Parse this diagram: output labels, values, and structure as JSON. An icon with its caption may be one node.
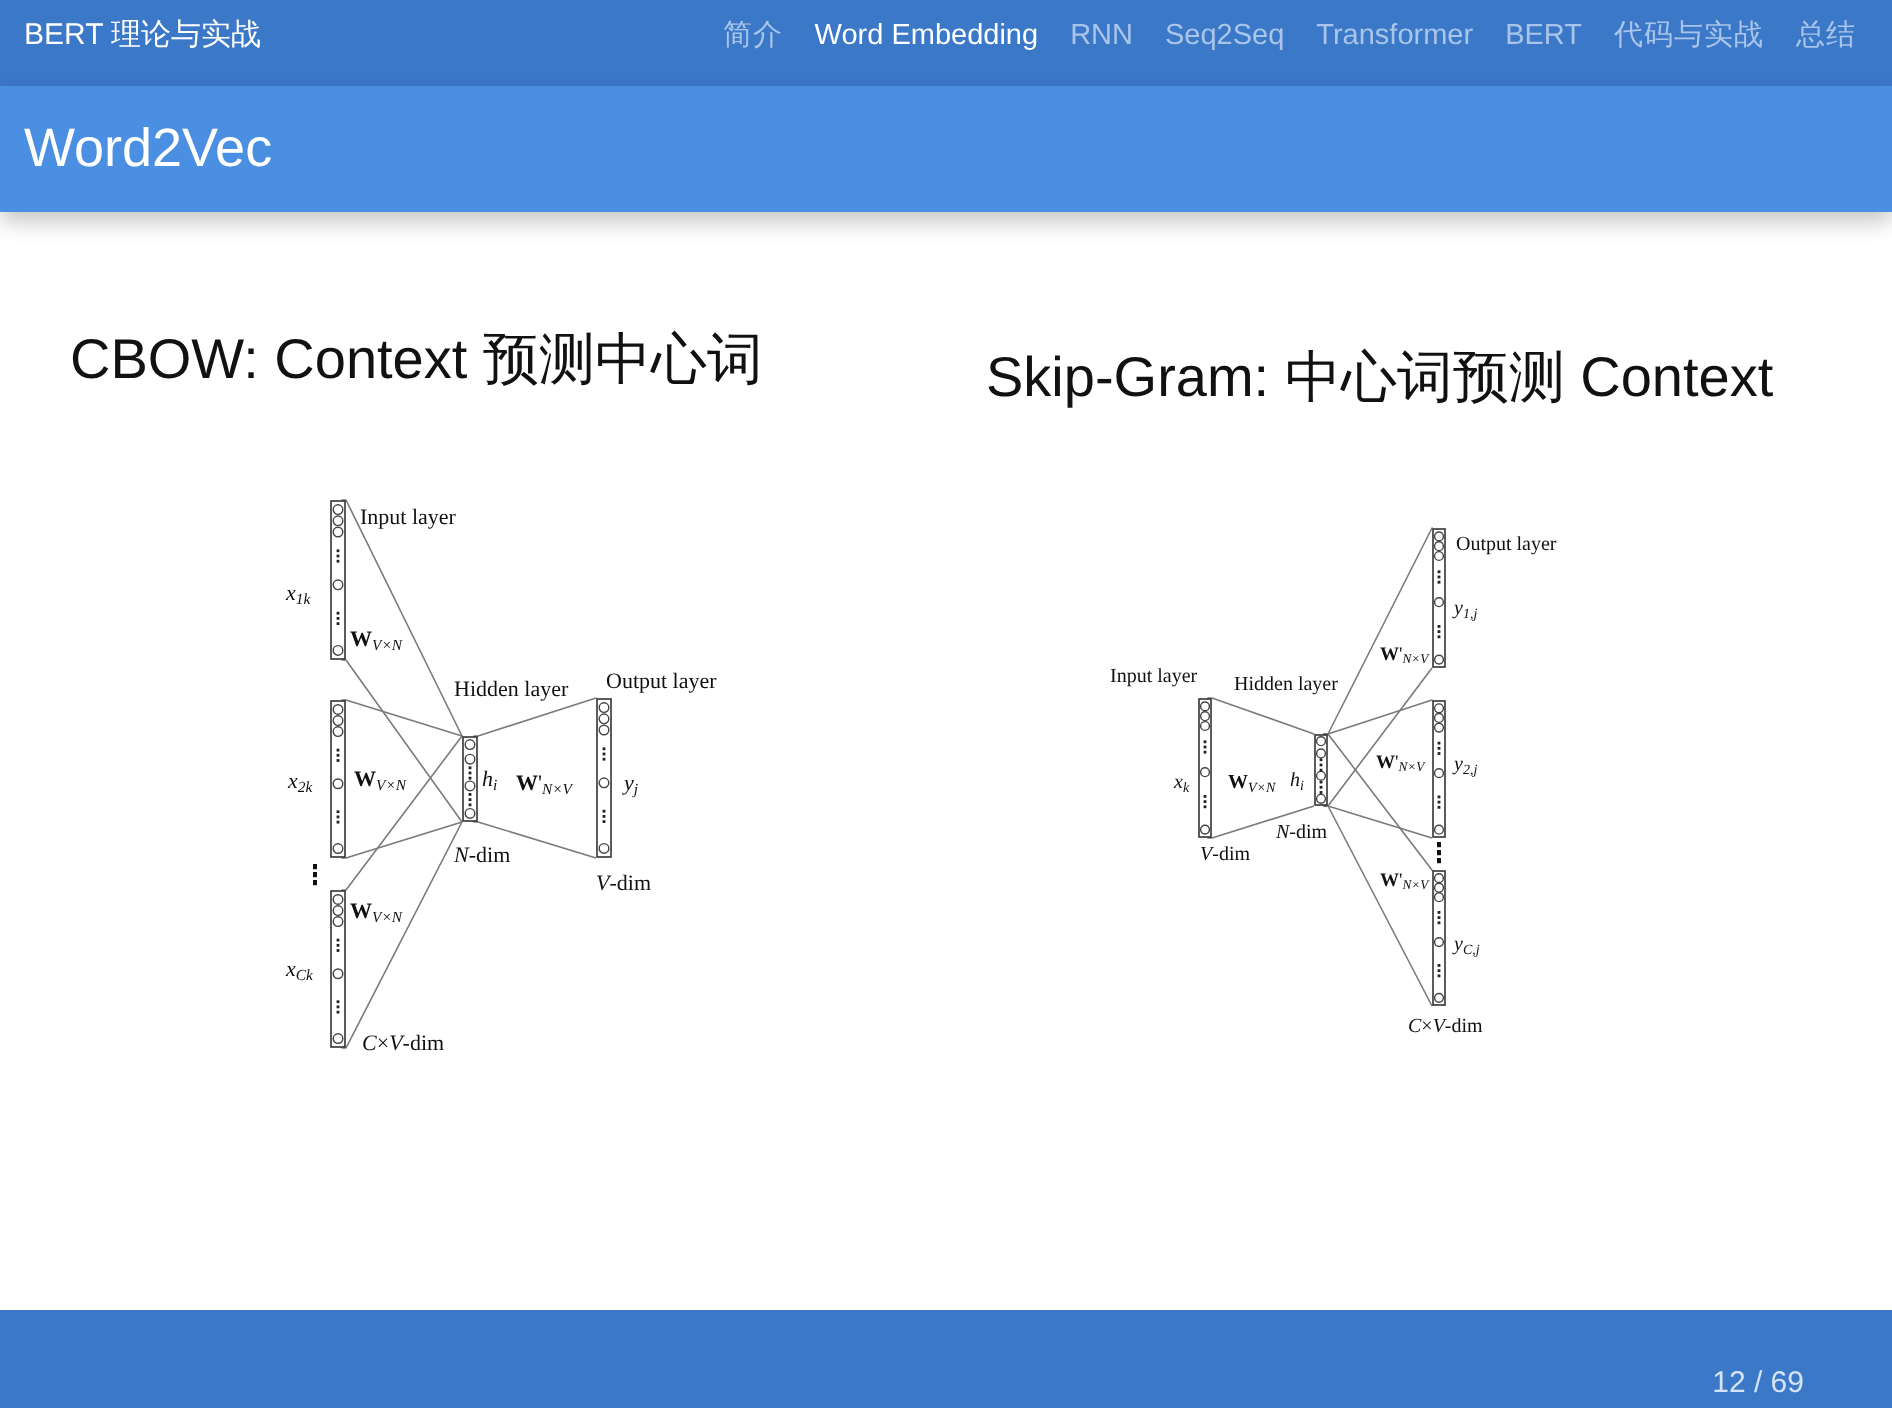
{
  "diagram": {
    "title": "Word2Vec",
    "nodes": [
      {
        "text": [],
        "shape": "bar",
        "beside": [
          "Input layer",
          "x$_{1k}$"
        ]
      },
      {
        "text": [],
        "shape": "bar",
        "beside": [
          "x$_{2k}$"
        ]
      },
      {
        "text": [],
        "shape": "bar",
        "beside": [
          "x$_{Ck}$",
          "*C*×*V*-dim"
        ]
      },
      {
        "text": [],
        "shape": "bar",
        "beside": [
          "Hidden layer",
          "h$_{i}$",
          "*N*-dim"
        ]
      },
      {
        "text": [],
        "shape": "bar",
        "beside": [
          "Output layer",
          "y$_{j}$",
          "*V*-dim"
        ]
      },
      {
        "text": [],
        "shape": "bar",
        "beside": [
          "Input layer",
          "x$_{k}$",
          "*V*-dim"
        ]
      },
      {
        "text": [],
        "shape": "bar",
        "beside": [
          "h$_{i}$",
          "*N*-dim"
        ]
      },
      {
        "text": [],
        "shape": "bar",
        "beside": [
          "Output layer",
          "y$_{1,j}$"
        ]
      },
      {
        "text": [],
        "shape": "bar",
        "beside": [
          "y$_{2,j}$"
        ]
      },
      {
        "text": [],
        "shape": "bar",
        "beside": [
          "y$_{C,j}$",
          "*C*×*V*-dim"
        ]
      }
    ],
    "edges": [
      {
        "from": 0,
        "to": 3,
        "arrow": "none",
        "label": "**W**$_{V×N}$"
      },
      {
        "from": 1,
        "to": 3,
        "arrow": "none"
      },
      {
        "from": 2,
        "to": 3,
        "arrow": "none",
        "label": "**W**$_{V×N}$"
      },
      {
        "from": 3,
        "to": 4,
        "arrow": "none",
        "label": "**W**'$_{N×V}$"
      },
      {
        "from": 5,
        "to": 6,
        "arrow": "none",
        "label": "**W**$_{V×N}$"
      },
      {
        "from": 6,
        "to": 7,
        "arrow": "none",
        "label": "**W**'$_{N×V}$"
      },
      {
        "from": 6,
        "to": 8,
        "arrow": "none"
      },
      {
        "from": 6,
        "to": 9,
        "arrow": "none",
        "label": "**W**'$_{N×V}$"
      }
    ],
    "labels": [
      "BERT 理论与实战",
      "简介",
      "Word Embedding",
      "RNN",
      "Seq2Seq",
      "Transformer",
      "BERT",
      "代码与实战",
      "总结",
      "CBOW: Context 预测中心词",
      "Skip-Gram: 中心词预测 Context",
      "**W**$_{V×N}$",
      "Hidden layer",
      "**W**'$_{N×V}$",
      "12 / 69"
    ]
  }
}
